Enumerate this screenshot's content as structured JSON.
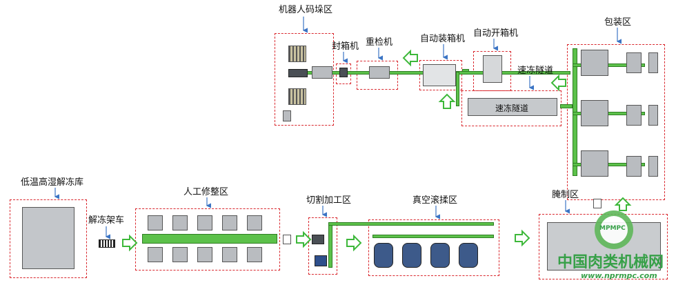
{
  "labels": {
    "palletizing": "机器人码垛区",
    "sealer": "封箱机",
    "checkweigher": "重检机",
    "auto_packer": "自动装箱机",
    "box_opener": "自动开箱机",
    "packaging": "包装区",
    "freezing_tunnel": "速冻隧道",
    "tunnel_body": "速冻隧道",
    "thaw_room": "低温高湿解冻库",
    "thaw_rack": "解冻架车",
    "trimming": "人工修整区",
    "cutting": "切割加工区",
    "tumbling": "真空滚揉区",
    "marinating": "腌制区"
  },
  "watermark": {
    "cn": "中国肉类机械网",
    "url": "www.nprmpc.com",
    "badge": "MPMPC"
  },
  "colors": {
    "zone_border": "#d9262c",
    "belt": "#5cc14a",
    "label_arrow": "#3b74c4"
  }
}
